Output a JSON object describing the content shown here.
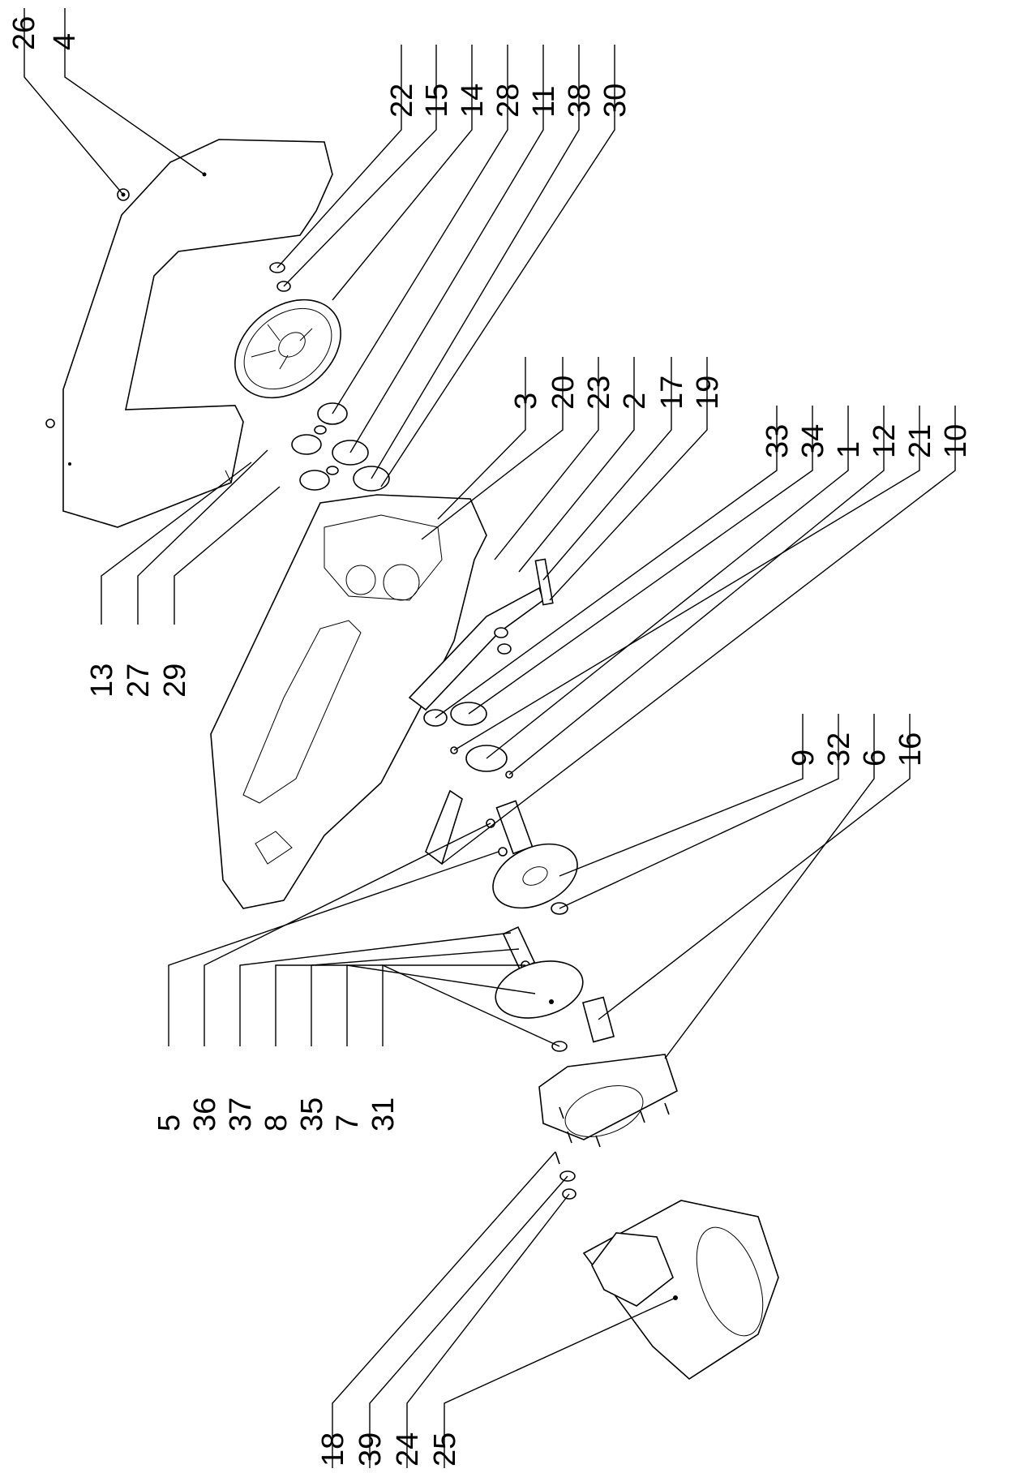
{
  "diagram": {
    "callouts": [
      {
        "id": "26"
      },
      {
        "id": "4"
      },
      {
        "id": "22"
      },
      {
        "id": "15"
      },
      {
        "id": "14"
      },
      {
        "id": "28"
      },
      {
        "id": "11"
      },
      {
        "id": "38"
      },
      {
        "id": "30"
      },
      {
        "id": "3"
      },
      {
        "id": "20"
      },
      {
        "id": "23"
      },
      {
        "id": "2"
      },
      {
        "id": "17"
      },
      {
        "id": "19"
      },
      {
        "id": "33"
      },
      {
        "id": "34"
      },
      {
        "id": "1"
      },
      {
        "id": "12"
      },
      {
        "id": "21"
      },
      {
        "id": "10"
      },
      {
        "id": "9"
      },
      {
        "id": "32"
      },
      {
        "id": "6"
      },
      {
        "id": "16"
      },
      {
        "id": "13"
      },
      {
        "id": "27"
      },
      {
        "id": "29"
      },
      {
        "id": "5"
      },
      {
        "id": "36"
      },
      {
        "id": "37"
      },
      {
        "id": "8"
      },
      {
        "id": "35"
      },
      {
        "id": "7"
      },
      {
        "id": "31"
      },
      {
        "id": "18"
      },
      {
        "id": "39"
      },
      {
        "id": "24"
      },
      {
        "id": "25"
      }
    ]
  }
}
